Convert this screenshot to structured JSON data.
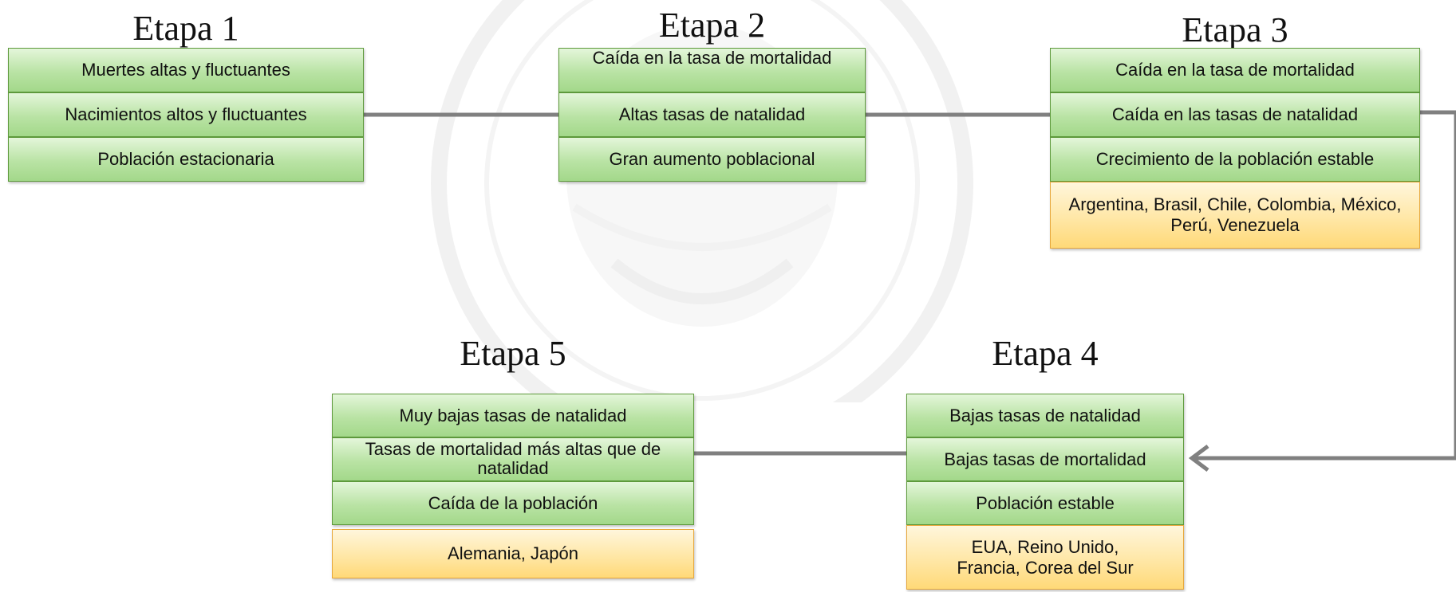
{
  "stages": [
    {
      "title": "Etapa 1",
      "items": [
        "Muertes altas y fluctuantes",
        "Nacimientos altos y fluctuantes",
        "Población estacionaria"
      ]
    },
    {
      "title": "Etapa 2",
      "items": [
        "Caída en la tasa de mortalidad",
        "Altas tasas de natalidad",
        "Gran aumento poblacional"
      ]
    },
    {
      "title": "Etapa 3",
      "items": [
        "Caída en la tasa de mortalidad",
        "Caída en las tasas de natalidad",
        "Crecimiento de la población estable"
      ],
      "examples": "Argentina, Brasil, Chile, Colombia, México, Perú, Venezuela"
    },
    {
      "title": "Etapa 4",
      "items": [
        "Bajas tasas de natalidad",
        "Bajas tasas de mortalidad",
        "Población estable"
      ],
      "examples": "EUA, Reino Unido, Francia, Corea del Sur"
    },
    {
      "title": "Etapa 5",
      "items": [
        "Muy bajas tasas de natalidad",
        "Tasas de mortalidad más altas que de natalidad",
        "Caída de la población"
      ],
      "examples": "Alemania, Japón"
    }
  ],
  "colors": {
    "box_green": "#b9e3a4",
    "box_green_border": "#5e9a3c",
    "box_yellow": "#ffe7a6",
    "box_yellow_border": "#e7a73a",
    "connector": "#808080"
  }
}
